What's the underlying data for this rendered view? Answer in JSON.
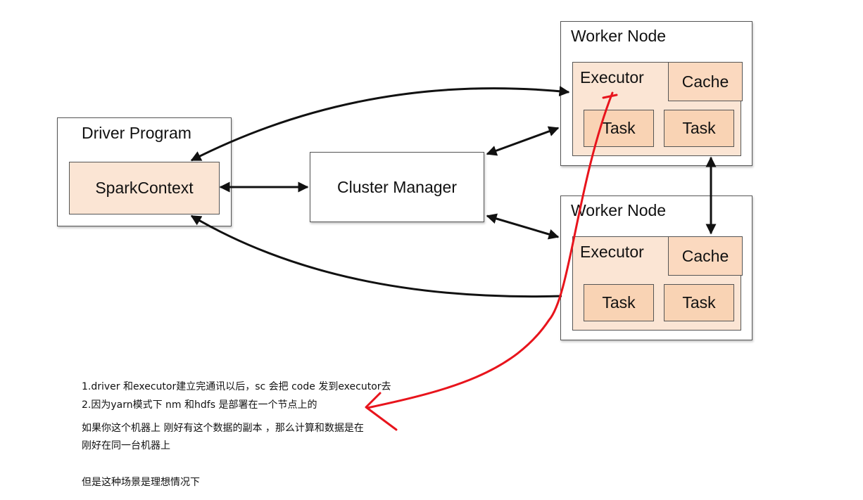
{
  "diagram": {
    "driver": {
      "title": "Driver Program",
      "context": "SparkContext"
    },
    "cluster_manager": "Cluster Manager",
    "workers": [
      {
        "title": "Worker Node",
        "executor": "Executor",
        "cache": "Cache",
        "tasks": [
          "Task",
          "Task"
        ]
      },
      {
        "title": "Worker Node",
        "executor": "Executor",
        "cache": "Cache",
        "tasks": [
          "Task",
          "Task"
        ]
      }
    ]
  },
  "notes": [
    "1.driver 和executor建立完通讯以后，sc 会把 code 发到executor去",
    "2.因为yarn模式下  nm 和hdfs 是部署在一个节点上的",
    "如果你这个机器上 刚好有这个数据的副本 ，那么计算和数据是在",
    "刚好在同一台机器上",
    "但是这种场景是理想情况下"
  ],
  "colors": {
    "annotation": "#e8141c",
    "box_fill": "#fbe5d4",
    "cell_fill": "#f9d3b4"
  }
}
